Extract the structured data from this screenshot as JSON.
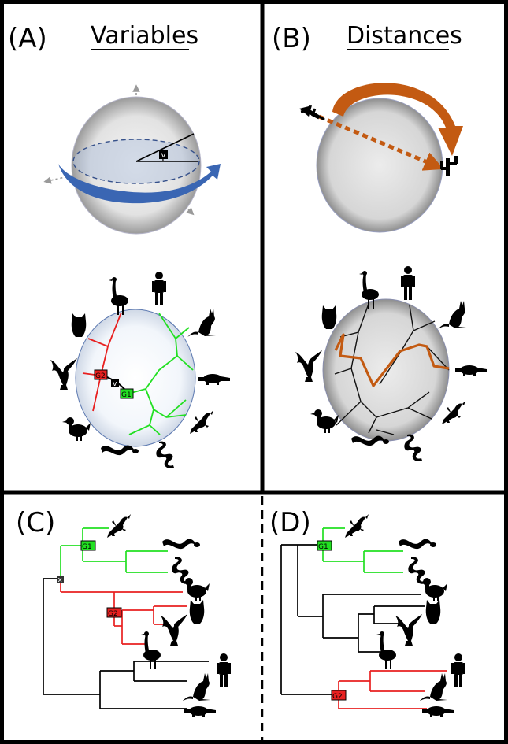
{
  "panels": {
    "a": {
      "letter": "(A)",
      "title": "Variables"
    },
    "b": {
      "letter": "(B)",
      "title": "Distances"
    },
    "c": {
      "letter": "(C)"
    },
    "d": {
      "letter": "(D)"
    }
  },
  "labels": {
    "angle_variable": "v",
    "group_1": "G1",
    "group_2": "G2",
    "root_marker": "x"
  },
  "colors": {
    "frame": "#000000",
    "clade_green": "#22e022",
    "clade_red": "#e82020",
    "distance_path": "#c35a12",
    "rotation_arrow": "#3a66b3",
    "sphere_fill": "#dcdcdc"
  },
  "taxa": [
    "human",
    "kangaroo",
    "platypus",
    "lizard",
    "snake",
    "rattlesnake",
    "duck",
    "eagle",
    "owl",
    "emu"
  ]
}
